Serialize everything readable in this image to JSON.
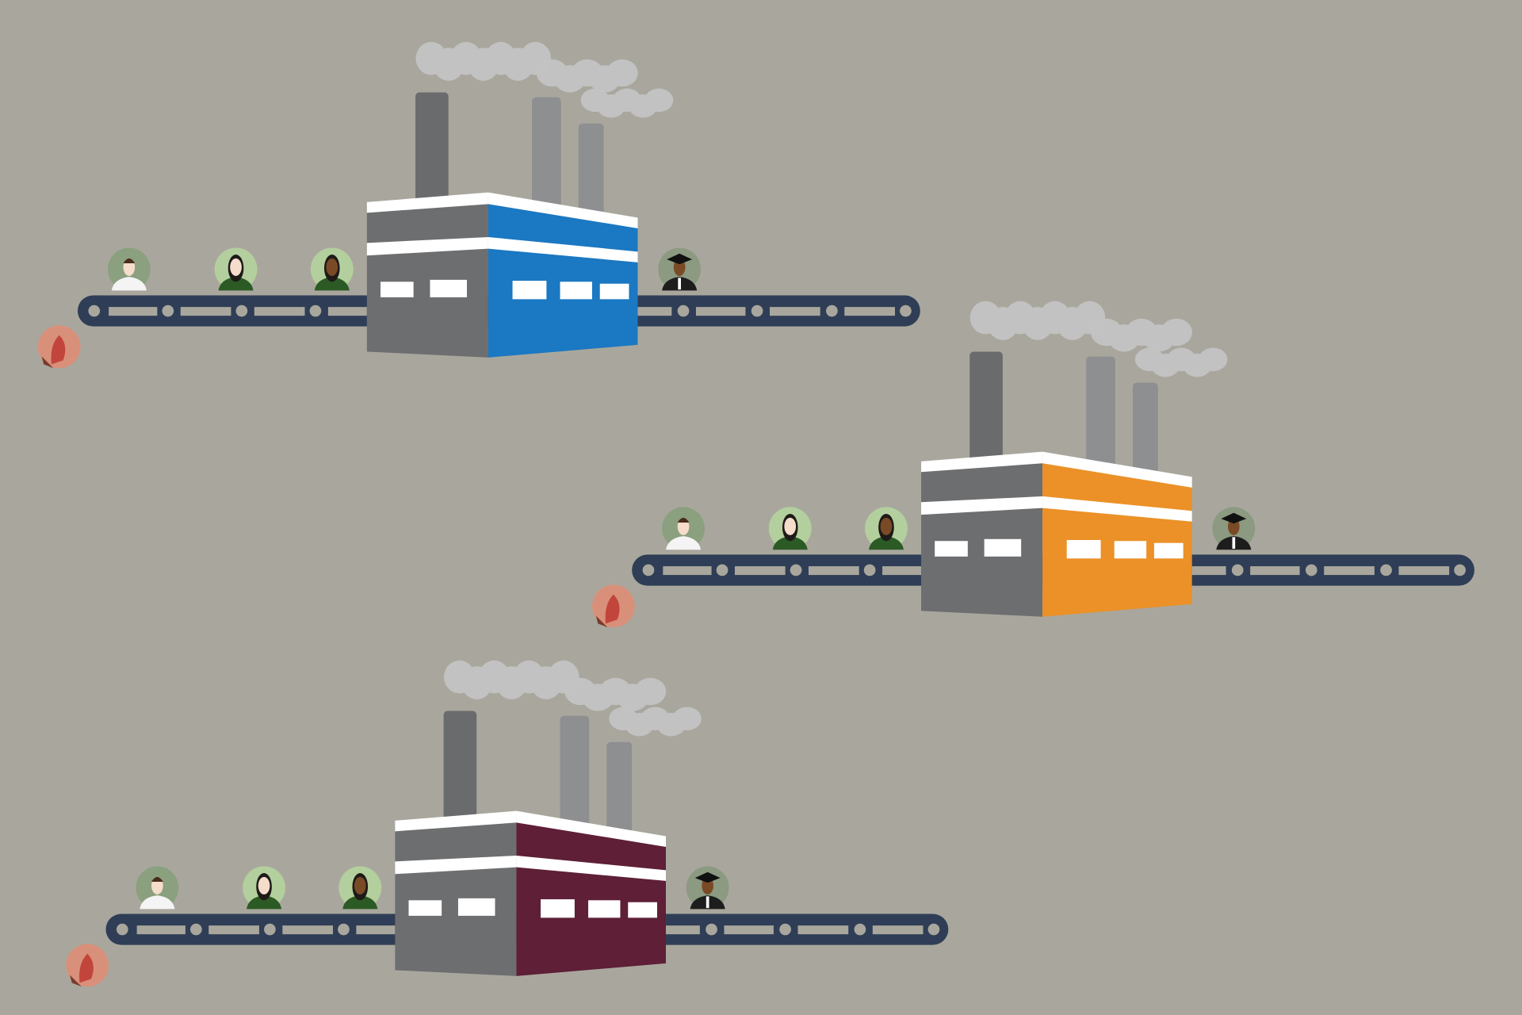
{
  "background_color": "#a9a79d",
  "belt_color": "#2f3e56",
  "building_side_color": "#6d6e70",
  "chimney_colors": [
    "#6a6b6d",
    "#8e8f91"
  ],
  "smoke_color": "#c4c4c4",
  "factories": [
    {
      "name": "blue-factory",
      "accent_color": "#1b78c2"
    },
    {
      "name": "orange-factory",
      "accent_color": "#eb9128"
    },
    {
      "name": "maroon-factory",
      "accent_color": "#5e1f37"
    }
  ],
  "avatars": {
    "incoming": [
      "man",
      "woman",
      "woman-dark-skin"
    ],
    "outgoing": "graduate",
    "rejected": "person-red"
  }
}
